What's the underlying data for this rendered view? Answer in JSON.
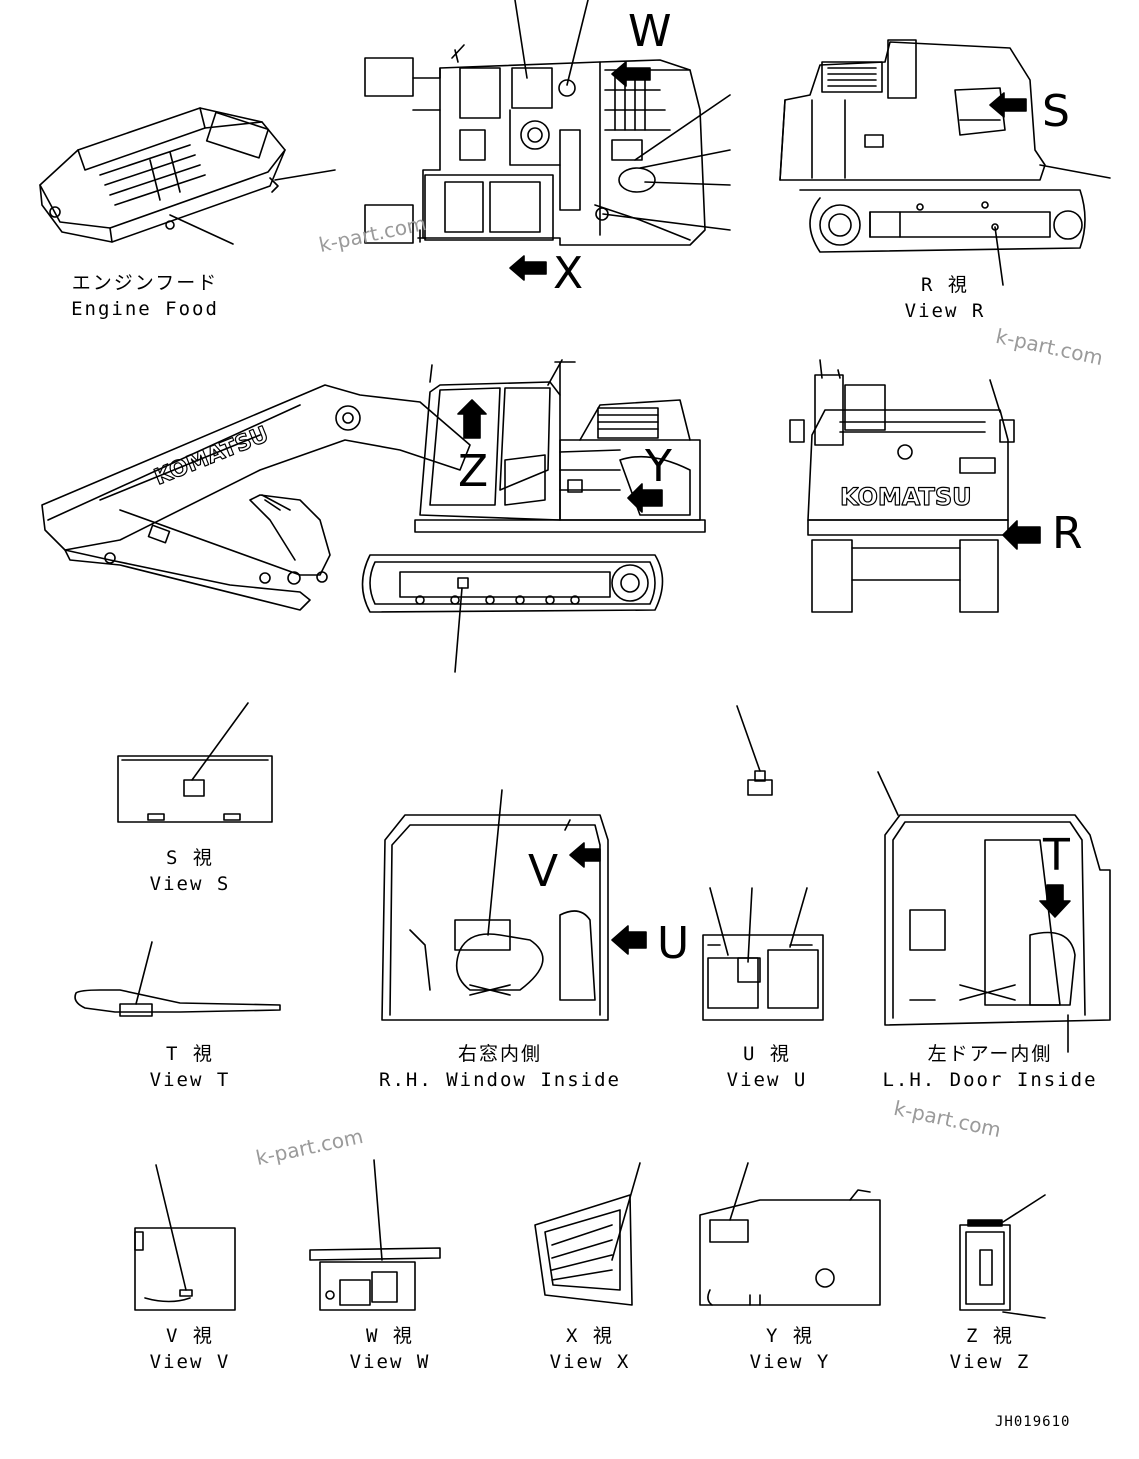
{
  "views": {
    "engine_hood": {
      "jp": "エンジンフード",
      "en": "Engine Food"
    },
    "view_r": {
      "jp": "R 視",
      "en": "View R"
    },
    "view_s": {
      "jp": "S 視",
      "en": "View S"
    },
    "view_t": {
      "jp": "T 視",
      "en": "View T"
    },
    "rh_window": {
      "jp": "右窓内側",
      "en": "R.H. Window Inside"
    },
    "view_u": {
      "jp": "U 視",
      "en": "View U"
    },
    "lh_door": {
      "jp": "左ドアー内側",
      "en": "L.H. Door Inside"
    },
    "view_v": {
      "jp": "V 視",
      "en": "View V"
    },
    "view_w": {
      "jp": "W 視",
      "en": "View W"
    },
    "view_x": {
      "jp": "X 視",
      "en": "View X"
    },
    "view_y": {
      "jp": "Y 視",
      "en": "View Y"
    },
    "view_z": {
      "jp": "Z 視",
      "en": "View Z"
    }
  },
  "arrows": {
    "w": "W",
    "x": "X",
    "s": "S",
    "r": "R",
    "z": "Z",
    "y": "Y",
    "v": "V",
    "u": "U",
    "t": "T"
  },
  "brand": "KOMATSU",
  "watermark": "k-part.com",
  "drawing_number": "JH019610"
}
